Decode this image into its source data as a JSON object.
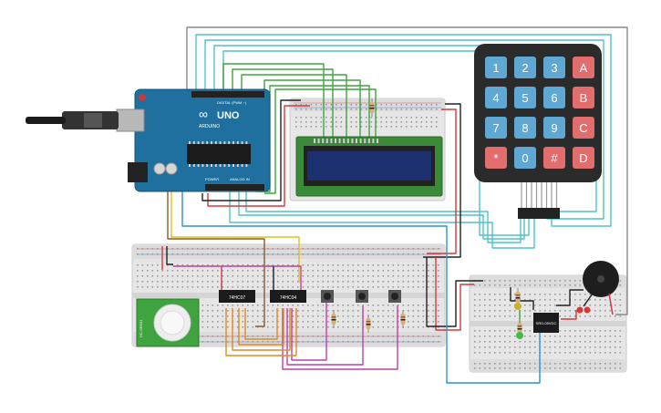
{
  "arduino": {
    "logo": "∞",
    "model": "UNO",
    "brand": "ARDUINO",
    "digital_label": "DIGITAL (PWM ~)",
    "power_label": "POWER",
    "analog_label": "ANALOG IN"
  },
  "chips": [
    {
      "label": "74HC07"
    },
    {
      "label": "74HC04"
    }
  ],
  "relay": {
    "label": "SRD-05VDC"
  },
  "pir": {
    "label": "HC-SR501"
  },
  "keypad": {
    "keys": [
      {
        "label": "1",
        "kind": "num"
      },
      {
        "label": "2",
        "kind": "num"
      },
      {
        "label": "3",
        "kind": "num"
      },
      {
        "label": "A",
        "kind": "letter"
      },
      {
        "label": "4",
        "kind": "num"
      },
      {
        "label": "5",
        "kind": "num"
      },
      {
        "label": "6",
        "kind": "num"
      },
      {
        "label": "B",
        "kind": "letter"
      },
      {
        "label": "7",
        "kind": "num"
      },
      {
        "label": "8",
        "kind": "num"
      },
      {
        "label": "9",
        "kind": "num"
      },
      {
        "label": "C",
        "kind": "letter"
      },
      {
        "label": "*",
        "kind": "letter"
      },
      {
        "label": "0",
        "kind": "num"
      },
      {
        "label": "#",
        "kind": "letter"
      },
      {
        "label": "D",
        "kind": "letter"
      }
    ]
  },
  "colors": {
    "board": "#1f6f9f",
    "breadboard": "#e6e6e6",
    "keypad_body": "#2b2b2b",
    "key_num": "#5fa8d3",
    "key_letter": "#e26d6d",
    "lcd_screen": "#1c2f6e",
    "wire_green": "#3fa33f",
    "wire_cyan": "#4fc3c9",
    "wire_red": "#d23a3a",
    "wire_black": "#222222",
    "wire_orange": "#e08a1e",
    "wire_magenta": "#c23fa6",
    "wire_yellow": "#e0c21e",
    "wire_blue": "#2f8fd6",
    "wire_gray": "#8a8a8a",
    "wire_brown": "#8a5a2b"
  }
}
